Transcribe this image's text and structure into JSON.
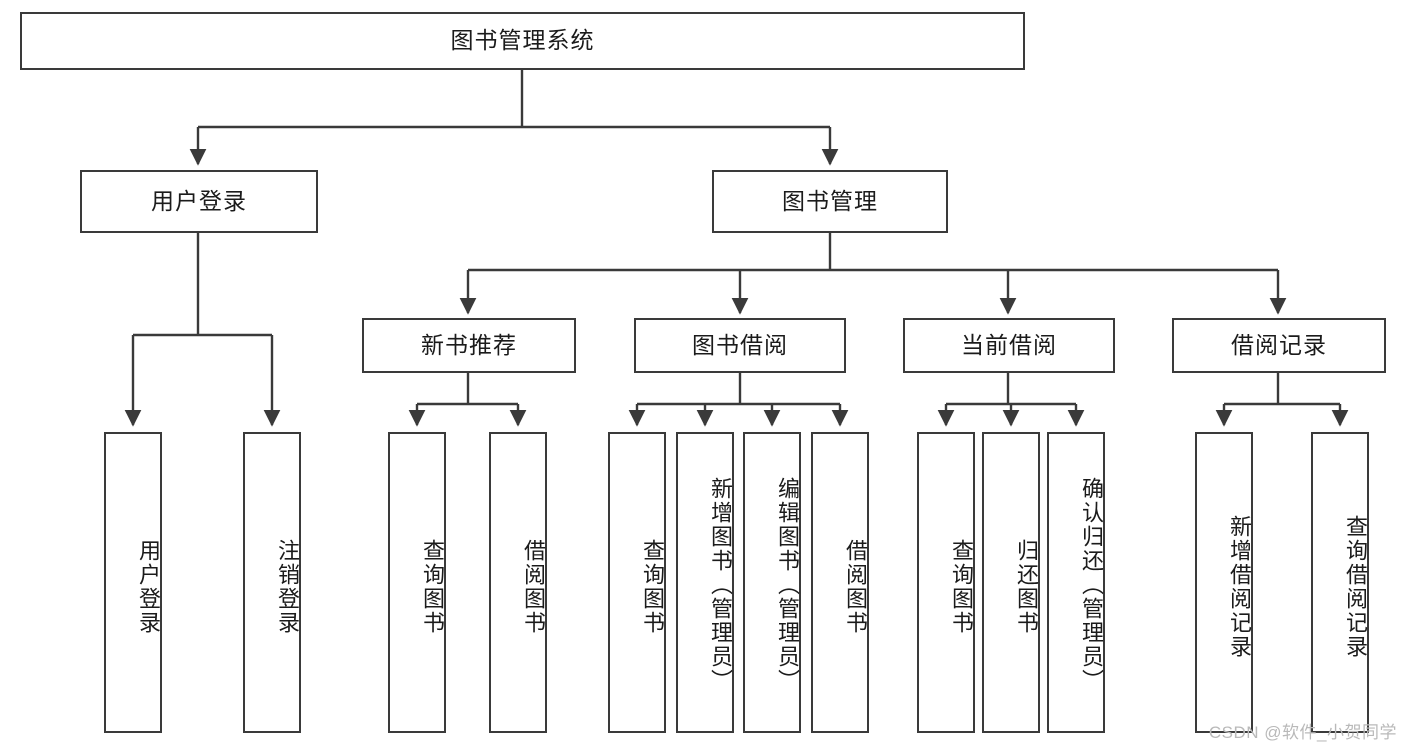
{
  "diagram": {
    "title_node": {
      "label": "图书管理系统"
    },
    "level2": [
      {
        "id": "user-login",
        "label": "用户登录"
      },
      {
        "id": "book-management",
        "label": "图书管理"
      }
    ],
    "level3": [
      {
        "id": "new-book-recommend",
        "label": "新书推荐"
      },
      {
        "id": "book-borrow",
        "label": "图书借阅"
      },
      {
        "id": "current-borrow",
        "label": "当前借阅"
      },
      {
        "id": "borrow-record",
        "label": "借阅记录"
      }
    ],
    "leaves": {
      "user_login": [
        {
          "id": "leaf-user-login",
          "label": "用户登录"
        },
        {
          "id": "leaf-logout",
          "label": "注销登录"
        }
      ],
      "new_book_recommend": [
        {
          "id": "leaf-query-book-1",
          "label": "查询图书"
        },
        {
          "id": "leaf-borrow-book-1",
          "label": "借阅图书"
        }
      ],
      "book_borrow": [
        {
          "id": "leaf-query-book-2",
          "label": "查询图书"
        },
        {
          "id": "leaf-add-book",
          "label": "新增图书（管理员）"
        },
        {
          "id": "leaf-edit-book",
          "label": "编辑图书（管理员）"
        },
        {
          "id": "leaf-borrow-book-2",
          "label": "借阅图书"
        }
      ],
      "current_borrow": [
        {
          "id": "leaf-query-book-3",
          "label": "查询图书"
        },
        {
          "id": "leaf-return-book",
          "label": "归还图书"
        },
        {
          "id": "leaf-confirm-return",
          "label": "确认归还（管理员）"
        }
      ],
      "borrow_record": [
        {
          "id": "leaf-add-record",
          "label": "新增借阅记录"
        },
        {
          "id": "leaf-query-record",
          "label": "查询借阅记录"
        }
      ]
    }
  },
  "watermark": {
    "text": "CSDN @软件_小贺同学"
  },
  "colors": {
    "stroke": "#3a3a3a",
    "text": "#1b1b1b",
    "background": "#ffffff",
    "watermark": "#b9b9b9"
  }
}
